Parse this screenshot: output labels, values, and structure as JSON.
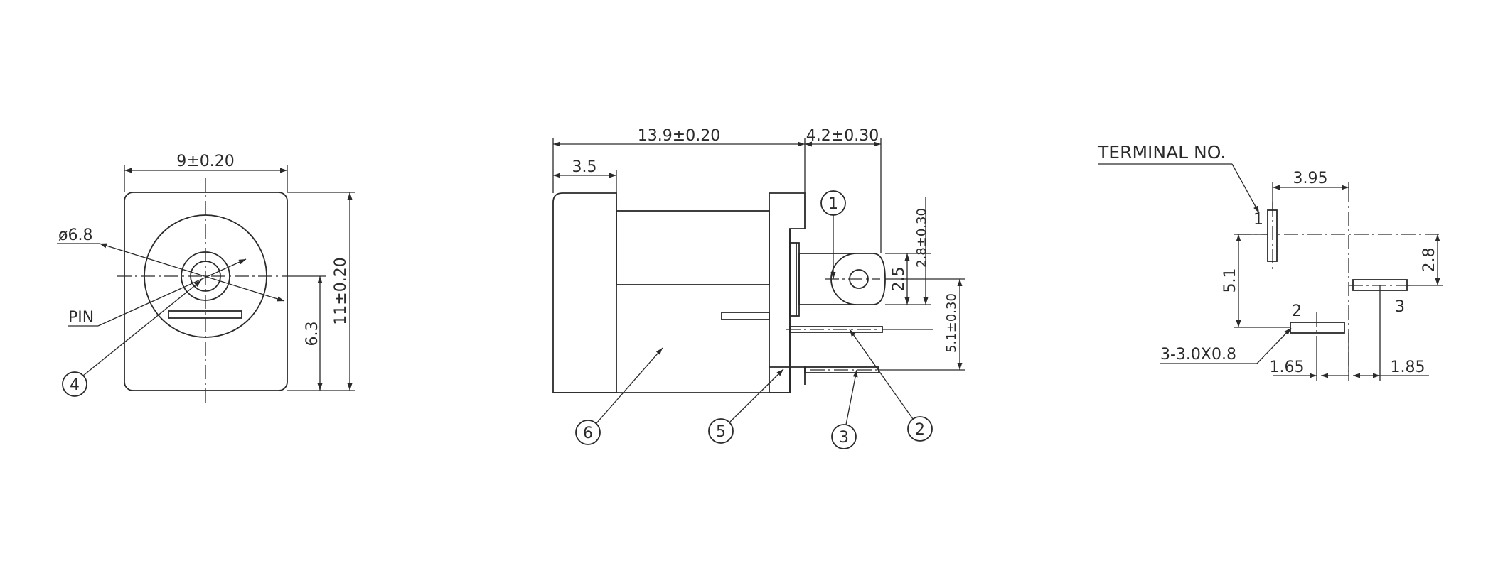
{
  "front_view": {
    "width_dim": "9±0.20",
    "height_dim": "11±0.20",
    "center_height_dim": "6.3",
    "bore_dia": "ø6.8",
    "pin_label": "PIN",
    "callout_4": "4"
  },
  "side_view": {
    "body_length_dim": "13.9±0.20",
    "terminal_length_dim": "4.2±0.30",
    "step_dim": "3.5",
    "terminal_width_dim": "2.8±0.30",
    "hole_dim": "2.5",
    "terminal_offset_dim": "5.1±0.30",
    "callouts": [
      "1",
      "2",
      "3",
      "5",
      "6"
    ]
  },
  "terminal_view": {
    "title": "TERMINAL NO.",
    "spacing_dim": "3.95",
    "vertical_dim": "5.1",
    "offset_dim": "2.8",
    "size_note": "3-3.0X0.8",
    "dim_165": "1.65",
    "dim_185": "1.85",
    "terminal_labels": [
      "1",
      "2",
      "3"
    ]
  }
}
